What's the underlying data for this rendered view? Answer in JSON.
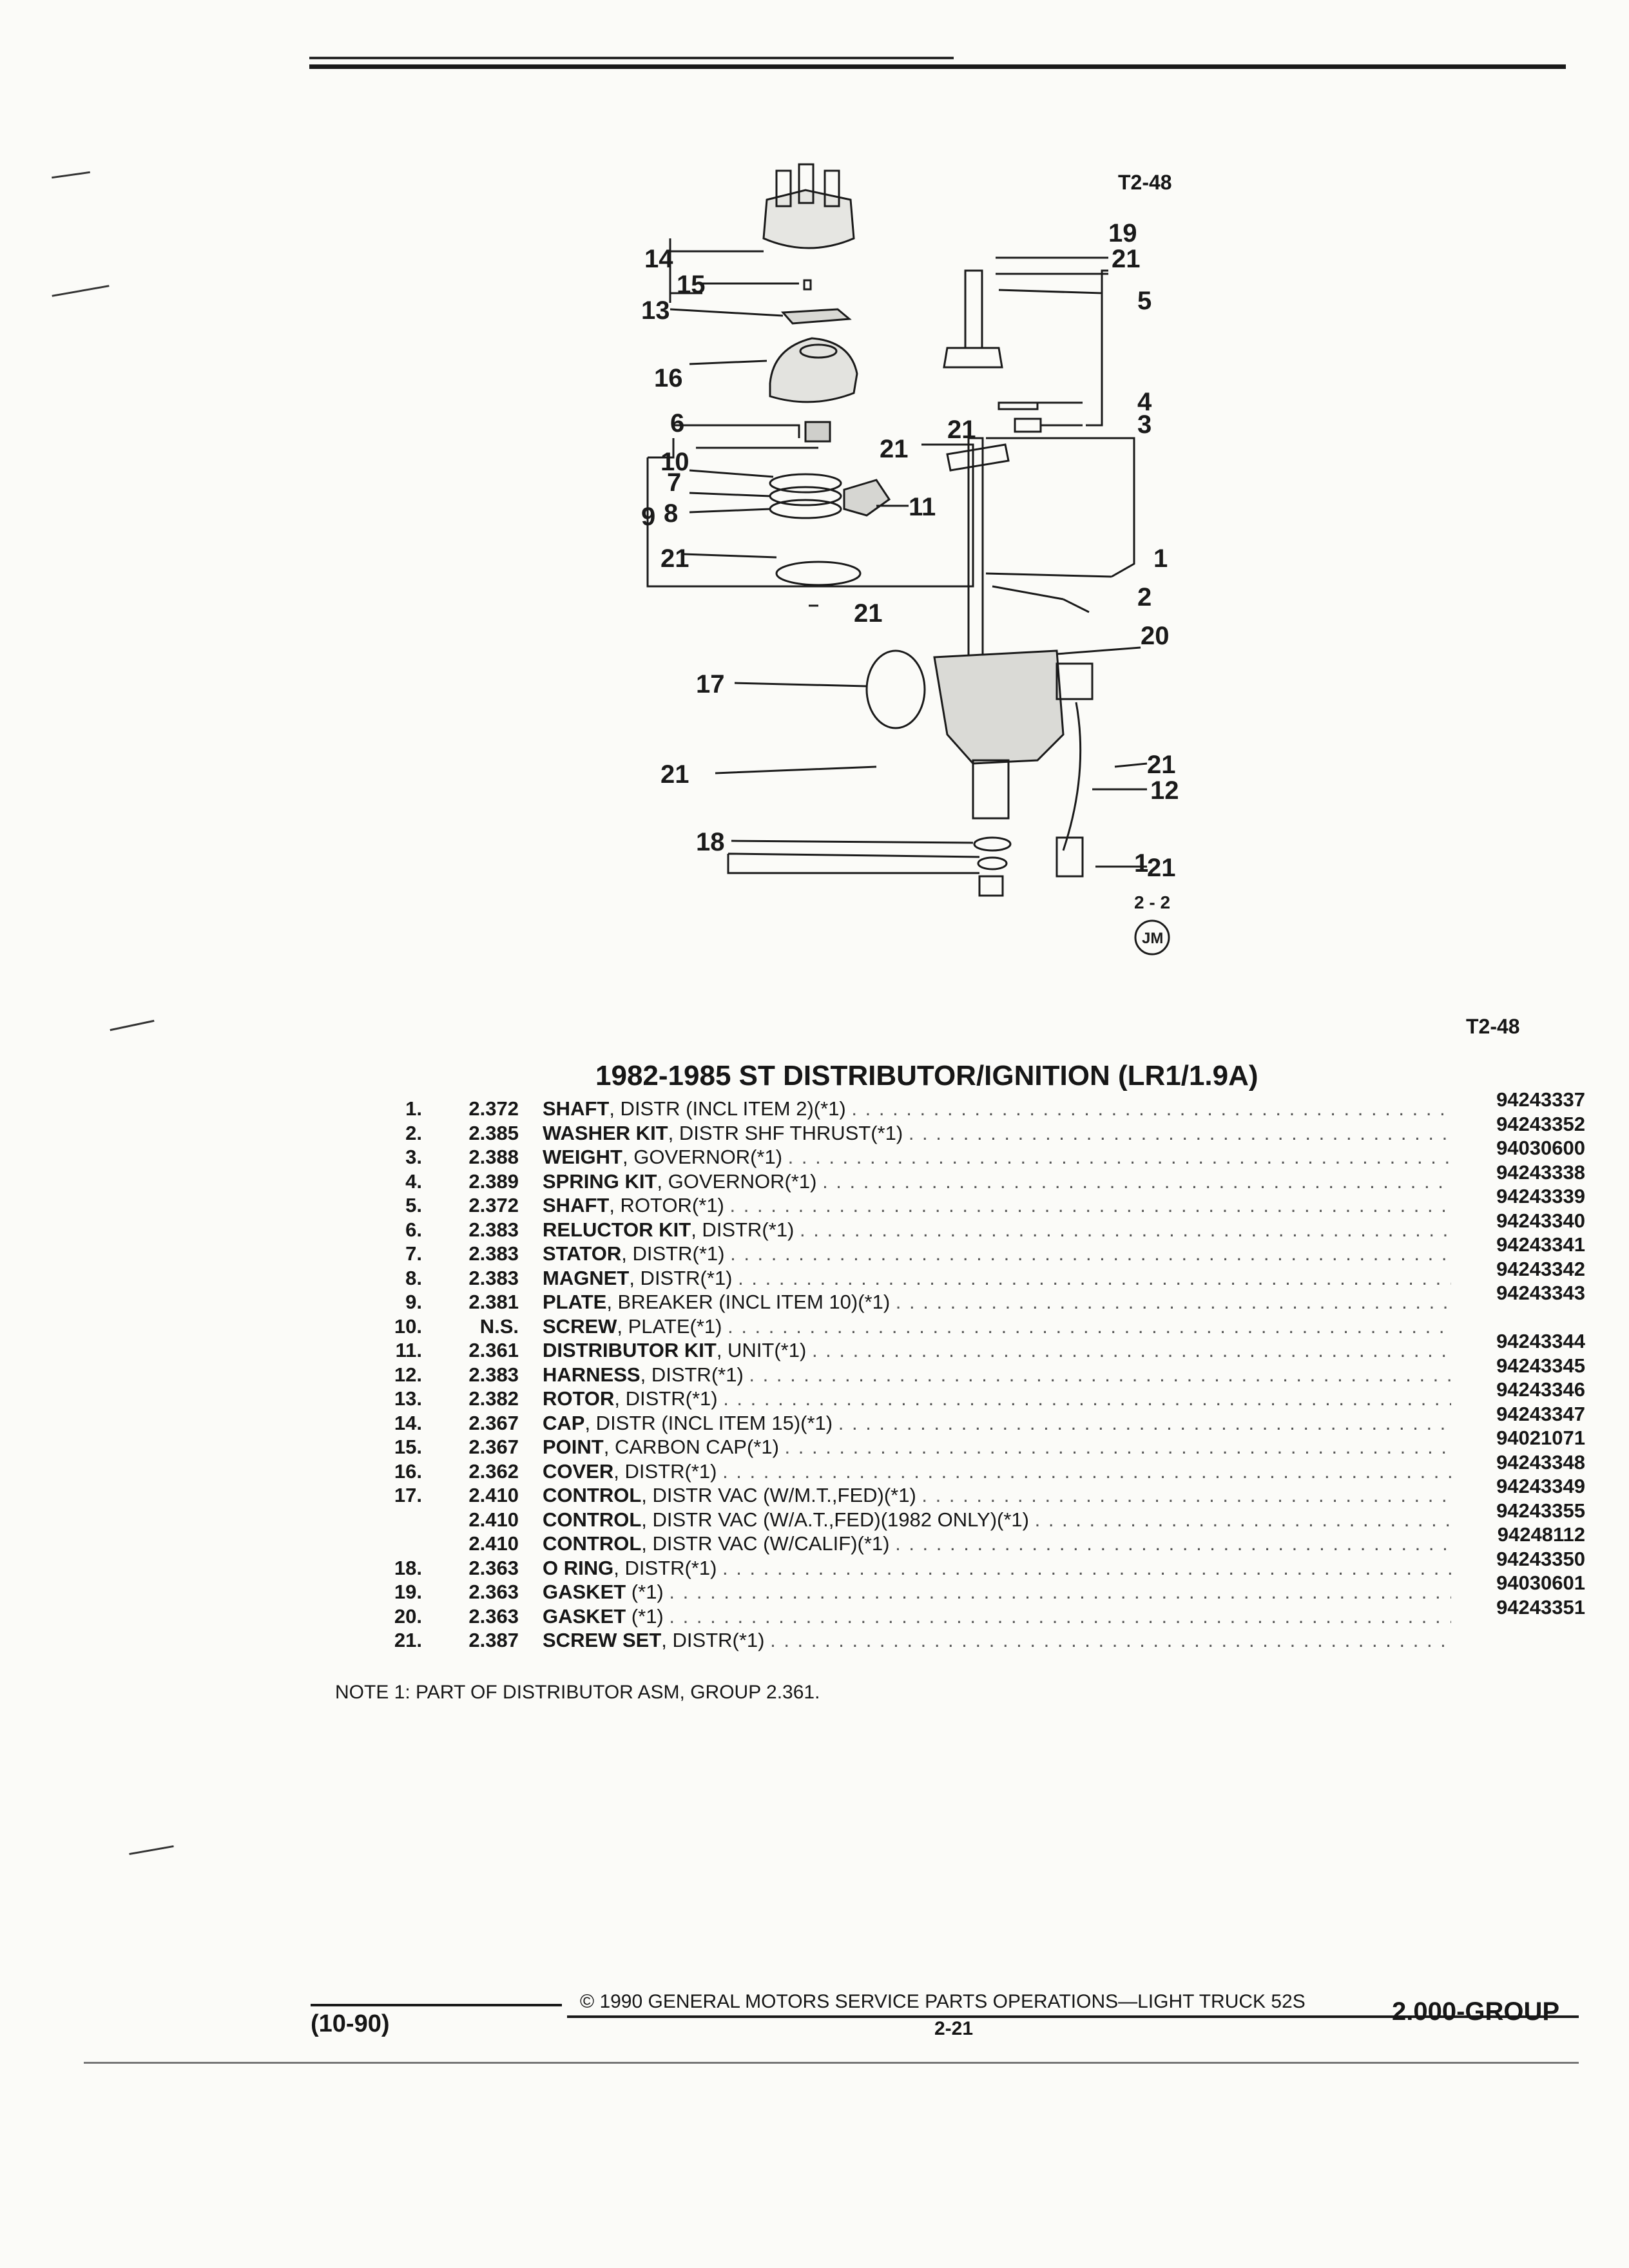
{
  "header": {
    "figure_ref_top": "T2-48",
    "figure_ref_bottom": "T2-48"
  },
  "diagram": {
    "callouts": [
      "1",
      "1",
      "2",
      "3",
      "4",
      "5",
      "6",
      "7",
      "8",
      "9",
      "10",
      "11",
      "12",
      "13",
      "14",
      "15",
      "16",
      "17",
      "18",
      "19",
      "20",
      "21",
      "21",
      "21",
      "21",
      "21",
      "21",
      "21",
      "21"
    ],
    "subref": "2 - 2",
    "stamp": "JM"
  },
  "title": "1982-1985 ST DISTRIBUTOR/IGNITION (LR1/1.9A)",
  "rows": [
    {
      "num": "1.",
      "group": "2.372",
      "name": "SHAFT",
      "detail": ", DISTR (INCL ITEM 2)(*1)",
      "part": "94243337"
    },
    {
      "num": "2.",
      "group": "2.385",
      "name": "WASHER KIT",
      "detail": ", DISTR SHF THRUST(*1)",
      "part": "94243352"
    },
    {
      "num": "3.",
      "group": "2.388",
      "name": "WEIGHT",
      "detail": ", GOVERNOR(*1)",
      "part": "94030600"
    },
    {
      "num": "4.",
      "group": "2.389",
      "name": "SPRING KIT",
      "detail": ", GOVERNOR(*1)",
      "part": "94243338"
    },
    {
      "num": "5.",
      "group": "2.372",
      "name": "SHAFT",
      "detail": ", ROTOR(*1)",
      "part": "94243339"
    },
    {
      "num": "6.",
      "group": "2.383",
      "name": "RELUCTOR KIT",
      "detail": ", DISTR(*1)",
      "part": "94243340"
    },
    {
      "num": "7.",
      "group": "2.383",
      "name": "STATOR",
      "detail": ", DISTR(*1)",
      "part": "94243341"
    },
    {
      "num": "8.",
      "group": "2.383",
      "name": "MAGNET",
      "detail": ", DISTR(*1)",
      "part": "94243342"
    },
    {
      "num": "9.",
      "group": "2.381",
      "name": "PLATE",
      "detail": ", BREAKER (INCL ITEM 10)(*1)",
      "part": "94243343"
    },
    {
      "num": "10.",
      "group": "N.S.",
      "name": "SCREW",
      "detail": ", PLATE(*1)",
      "part": ""
    },
    {
      "num": "11.",
      "group": "2.361",
      "name": "DISTRIBUTOR KIT",
      "detail": ", UNIT(*1)",
      "part": "94243344"
    },
    {
      "num": "12.",
      "group": "2.383",
      "name": "HARNESS",
      "detail": ", DISTR(*1)",
      "part": "94243345"
    },
    {
      "num": "13.",
      "group": "2.382",
      "name": "ROTOR",
      "detail": ", DISTR(*1)",
      "part": "94243346"
    },
    {
      "num": "14.",
      "group": "2.367",
      "name": "CAP",
      "detail": ", DISTR (INCL ITEM 15)(*1)",
      "part": "94243347"
    },
    {
      "num": "15.",
      "group": "2.367",
      "name": "POINT",
      "detail": ", CARBON CAP(*1)",
      "part": "94021071"
    },
    {
      "num": "16.",
      "group": "2.362",
      "name": "COVER",
      "detail": ", DISTR(*1)",
      "part": "94243348"
    },
    {
      "num": "17.",
      "group": "2.410",
      "name": "CONTROL",
      "detail": ", DISTR VAC (W/M.T.,FED)(*1)",
      "part": "94243349"
    },
    {
      "num": "",
      "group": "2.410",
      "name": "CONTROL",
      "detail": ", DISTR VAC (W/A.T.,FED)(1982 ONLY)(*1)",
      "part": "94243355"
    },
    {
      "num": "",
      "group": "2.410",
      "name": "CONTROL",
      "detail": ", DISTR VAC (W/CALIF)(*1)",
      "part": "94248112"
    },
    {
      "num": "18.",
      "group": "2.363",
      "name": "O RING",
      "detail": ", DISTR(*1)",
      "part": "94243350"
    },
    {
      "num": "19.",
      "group": "2.363",
      "name": "GASKET",
      "detail": " (*1)",
      "part": "94030601"
    },
    {
      "num": "20.",
      "group": "2.363",
      "name": "GASKET",
      "detail": " (*1)",
      "part": "94243351"
    },
    {
      "num": "21.",
      "group": "2.387",
      "name": "SCREW SET",
      "detail": ", DISTR(*1)",
      "part": ""
    }
  ],
  "note": "NOTE  1:  PART OF DISTRIBUTOR ASM, GROUP 2.361.",
  "footer": {
    "copyright": "© 1990  GENERAL MOTORS SERVICE PARTS OPERATIONS—LIGHT TRUCK 52S",
    "page": "2-21",
    "date": "(10-90)",
    "group": "2.000-GROUP"
  }
}
